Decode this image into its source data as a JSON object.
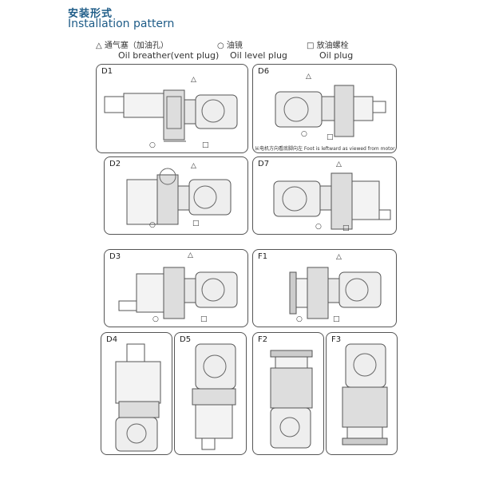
{
  "header": {
    "title_cn": "安装形式",
    "title_en": "Installation pattern"
  },
  "legend": [
    {
      "symbol": "△",
      "cn": "通气塞（加油孔）",
      "en": "Oil breather(vent plug)"
    },
    {
      "symbol": "○",
      "cn": "油镜",
      "en": "Oil level plug"
    },
    {
      "symbol": "□",
      "cn": "放油螺栓",
      "en": "Oil  plug"
    }
  ],
  "panels": [
    {
      "id": "D1",
      "label": "D1"
    },
    {
      "id": "D6",
      "label": "D6",
      "note": "从电机方向看底脚向左  Foot is leftward as viewed from motor"
    },
    {
      "id": "D2",
      "label": "D2"
    },
    {
      "id": "D7",
      "label": "D7"
    },
    {
      "id": "D3",
      "label": "D3"
    },
    {
      "id": "F1",
      "label": "F1"
    },
    {
      "id": "D4",
      "label": "D4"
    },
    {
      "id": "D5",
      "label": "D5"
    },
    {
      "id": "F2",
      "label": "F2"
    },
    {
      "id": "F3",
      "label": "F3"
    }
  ],
  "marks": {
    "vent": "△",
    "level": "○",
    "drain": "□"
  },
  "colors": {
    "title": "#1d5b87",
    "line": "#555555",
    "fill": "#e8e8e8"
  }
}
